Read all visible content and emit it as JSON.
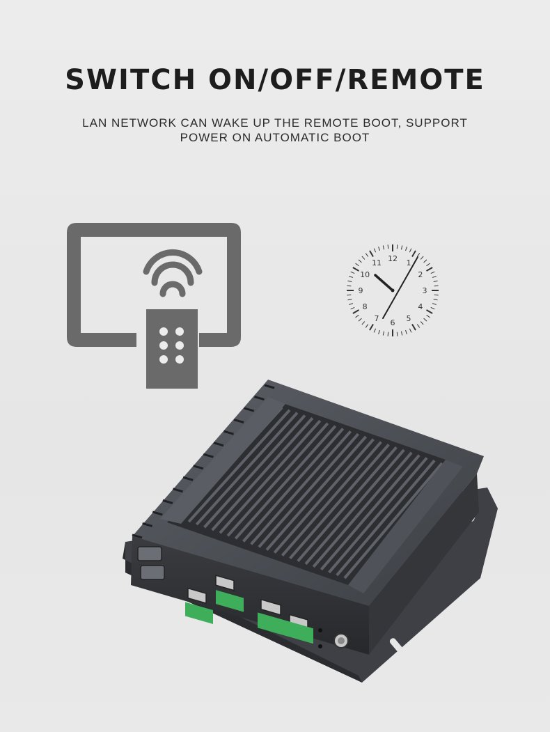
{
  "header": {
    "title": "SWITCH ON/OFF/REMOTE",
    "subtitle_line1": "LAN NETWORK CAN WAKE UP THE REMOTE BOOT, SUPPORT",
    "subtitle_line2": "POWER ON AUTOMATIC BOOT"
  },
  "icons": {
    "remote": "monitor-remote-wifi-icon",
    "clock": "analog-clock-icon",
    "device": "fanless-mini-pc-image"
  },
  "clock": {
    "numbers": [
      "12",
      "1",
      "2",
      "3",
      "4",
      "5",
      "6",
      "7",
      "8",
      "9",
      "10",
      "11"
    ]
  },
  "colors": {
    "icon_gray": "#6a6a6a",
    "chassis": "#4a4d52"
  }
}
